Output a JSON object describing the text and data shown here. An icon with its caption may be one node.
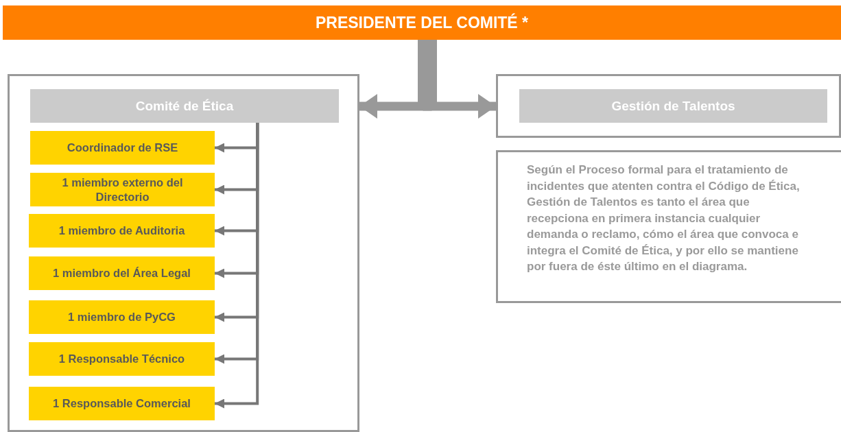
{
  "diagram": {
    "nodes": [
      {
        "text": [
          "PRESIDENTE DEL COMITÉ *"
        ]
      },
      {
        "text": [],
        "shape": "box"
      },
      {
        "text": [
          "Comité de Ética"
        ],
        "in": 1
      },
      {
        "text": [
          "Coordinador de RSE"
        ],
        "in": 1
      },
      {
        "text": [
          "1 miembro externo del Directorio"
        ],
        "in": 1
      },
      {
        "text": [
          "1 miembro de Auditoria"
        ],
        "in": 1
      },
      {
        "text": [
          "1 miembro del Área Legal"
        ],
        "in": 1
      },
      {
        "text": [
          "1 miembro de PyCG"
        ],
        "in": 1
      },
      {
        "text": [
          "1 Responsable Técnico"
        ],
        "in": 1
      },
      {
        "text": [
          "1 Responsable Comercial"
        ],
        "in": 1
      },
      {
        "text": [],
        "shape": "box"
      },
      {
        "text": [
          "Gestión de Talentos"
        ],
        "in": 10
      },
      {
        "text": [
          "Según el Proceso formal para el tratamiento de incidentes que atenten contra el Código de Ética, Gestión de Talentos es tanto el área que recepciona en primera instancia cualquier demanda o reclamo, cómo el área que convoca e integra el Comité de Ética, y por ello se mantiene por fuera de éste último en el diagrama."
        ]
      }
    ],
    "edges": [
      {
        "from": 0,
        "to": 1,
        "arrow": "to",
        "style": "thick",
        "color": "#999999"
      },
      {
        "from": 0,
        "to": 10,
        "arrow": "to",
        "style": "thick",
        "color": "#999999"
      },
      {
        "from": 2,
        "to": 3,
        "arrow": "to"
      },
      {
        "from": 2,
        "to": 4,
        "arrow": "to"
      },
      {
        "from": 2,
        "to": 5,
        "arrow": "to"
      },
      {
        "from": 2,
        "to": 6,
        "arrow": "to"
      },
      {
        "from": 2,
        "to": 7,
        "arrow": "to"
      },
      {
        "from": 2,
        "to": 8,
        "arrow": "to"
      },
      {
        "from": 2,
        "to": 9,
        "arrow": "to"
      }
    ]
  }
}
